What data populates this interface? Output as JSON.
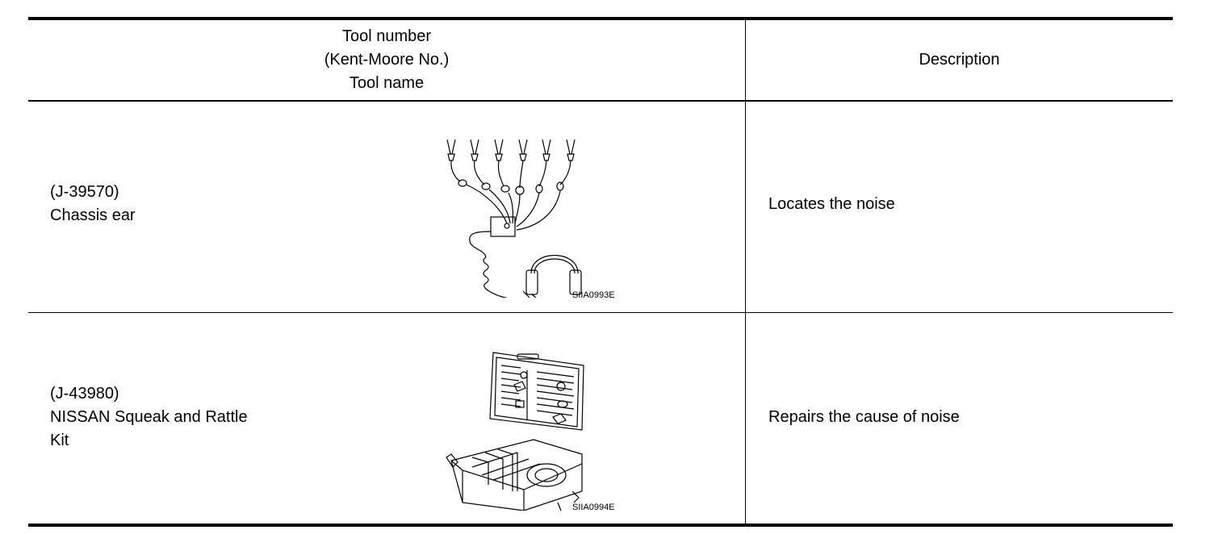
{
  "header": {
    "tool_line1": "Tool number",
    "tool_line2": "(Kent-Moore No.)",
    "tool_line3": "Tool name",
    "description": "Description"
  },
  "rows": [
    {
      "tool_number": "(J-39570)",
      "tool_name": "Chassis ear",
      "figure_code": "SIIA0993E",
      "description": "Locates the noise"
    },
    {
      "tool_number": "(J-43980)",
      "tool_name_line1": "NISSAN Squeak and Rattle",
      "tool_name_line2": "Kit",
      "figure_code": "SIIA0994E",
      "description": "Repairs the cause of noise"
    }
  ]
}
